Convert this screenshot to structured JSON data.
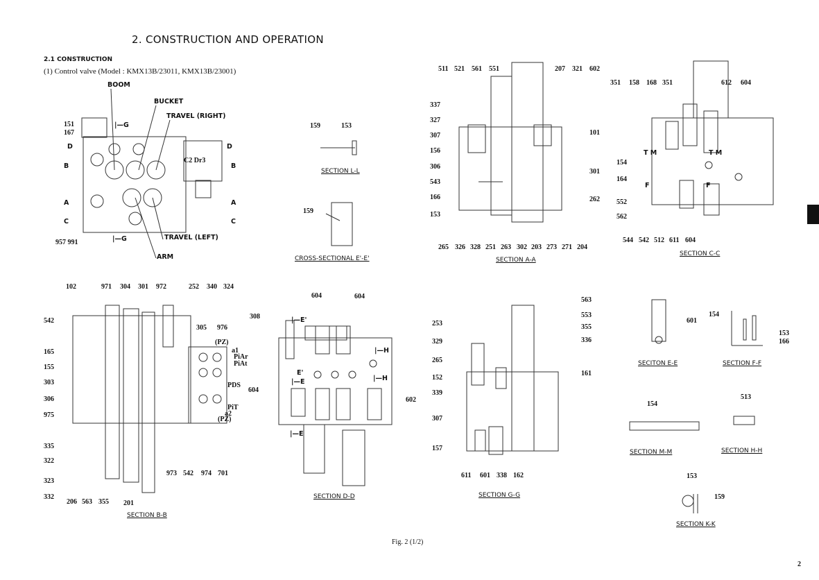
{
  "header": {
    "title": "2.  CONSTRUCTION AND OPERATION",
    "subsection": "2.1 CONSTRUCTION",
    "item": "(1)  Control valve (Model : KMX13B/23011,  KMX13B/23001)"
  },
  "sections": {
    "overview": {
      "labels": [
        "BOOM",
        "BUCKET",
        "TRAVEL (RIGHT)",
        "151",
        "167",
        "|—G",
        "D",
        "B",
        "A",
        "C",
        "D",
        "B",
        "A",
        "C",
        "C2  Dr3",
        "957  991",
        "|—G",
        "TRAVEL (LEFT)",
        "ARM"
      ]
    },
    "ll": {
      "title": "SECTION L-L",
      "labels": [
        "159",
        "153"
      ]
    },
    "ee_prime": {
      "title": "CROSS-SECTIONAL E'-E'",
      "labels": [
        "159"
      ]
    },
    "aa": {
      "title": "SECTION A-A",
      "labels": [
        "511",
        "521",
        "561",
        "551",
        "207",
        "321",
        "602",
        "337",
        "327",
        "307",
        "156",
        "306",
        "543",
        "166",
        "153",
        "101",
        "301",
        "262",
        "265",
        "326",
        "328",
        "251",
        "263",
        "302",
        "203",
        "273",
        "271",
        "204"
      ]
    },
    "cc": {
      "title": "SECTION C-C",
      "labels": [
        "351",
        "158",
        "168",
        "351",
        "612",
        "604",
        "154",
        "164",
        "552",
        "562",
        "544",
        "542",
        "512",
        "611",
        "604",
        "T M",
        "T M",
        "F",
        "F"
      ]
    },
    "bb": {
      "title": "SECTION B-B",
      "labels": [
        "102",
        "971",
        "304",
        "301",
        "972",
        "252",
        "340",
        "324",
        "305",
        "976",
        "542",
        "165",
        "155",
        "303",
        "306",
        "975",
        "335",
        "322",
        "323",
        "332",
        "(PZ)",
        "a1",
        "PiAr",
        "PiAt",
        "PDS",
        "PiT",
        "a2",
        "(PZ)",
        "973",
        "542",
        "974",
        "701",
        "206",
        "563",
        "355",
        "201"
      ]
    },
    "dd": {
      "title": "SECTION D-D",
      "labels": [
        "604",
        "604",
        "308",
        "604",
        "602",
        "|—E'",
        "E'",
        "|—E",
        "|—E",
        "|—H",
        "|—H"
      ]
    },
    "gg": {
      "title": "SECTION G-G",
      "labels": [
        "253",
        "329",
        "265",
        "152",
        "339",
        "307",
        "157",
        "563",
        "553",
        "355",
        "336",
        "161",
        "611",
        "601",
        "338",
        "162"
      ]
    },
    "e_e": {
      "title": "SECITON E-E",
      "labels": [
        "601"
      ]
    },
    "ff": {
      "title": "SECTION F-F",
      "labels": [
        "154",
        "153",
        "166"
      ]
    },
    "mm": {
      "title": "SECTION M-M",
      "labels": [
        "154"
      ]
    },
    "hh": {
      "title": "SECTION H-H",
      "labels": [
        "513"
      ]
    },
    "kk": {
      "title": "SECTION K-K",
      "labels": [
        "153",
        "159"
      ]
    }
  },
  "figure_caption": "Fig. 2   (1/2)",
  "page_number": "2"
}
